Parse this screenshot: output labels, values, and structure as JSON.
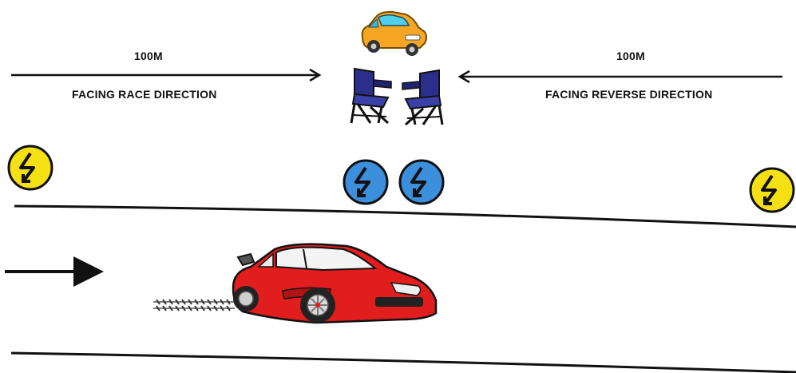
{
  "left_marker": {
    "distance": "100M",
    "direction": "FACING RACE DIRECTION"
  },
  "right_marker": {
    "distance": "100M",
    "direction": "FACING REVERSE DIRECTION"
  },
  "colors": {
    "yellow_flag": "#f5e113",
    "blue_flag": "#3b8fdc",
    "race_car": "#e11d1d",
    "safety_car": "#f5a623",
    "chair": "#2a2f8c"
  },
  "icons": [
    "safety-car-icon",
    "marshal-chair-icon",
    "yellow-flag-light-icon",
    "blue-flag-light-icon",
    "race-car-icon",
    "race-direction-arrow-icon"
  ]
}
